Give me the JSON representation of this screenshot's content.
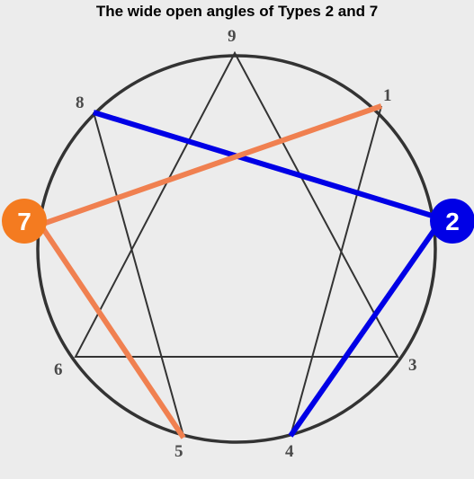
{
  "title": "The wide open angles of Types 2 and 7",
  "point_labels": {
    "p1": "1",
    "p3": "3",
    "p4": "4",
    "p5": "5",
    "p6": "6",
    "p8": "8",
    "p9": "9"
  },
  "highlights": {
    "type7": {
      "label": "7",
      "color": "#f47b20",
      "line_color": "#f08050"
    },
    "type2": {
      "label": "2",
      "color": "#0000e6",
      "line_color": "#0000e6"
    }
  },
  "colors": {
    "circle": "#333333",
    "inner_lines": "#333333",
    "background": "#ececec"
  }
}
